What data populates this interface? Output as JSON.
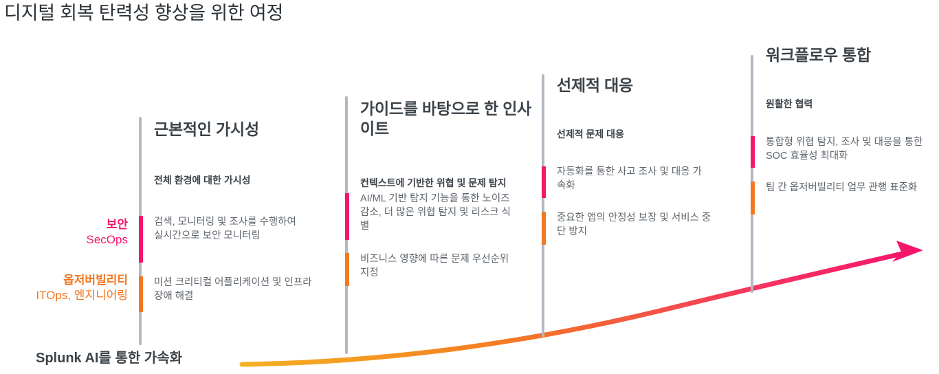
{
  "title": "디지털 회복 탄력성 향상을 위한 여정",
  "accelerate_label": "Splunk AI를 통한 가속화",
  "colors": {
    "security": "#F5166C",
    "observability": "#F47721",
    "spine": "#B3B8C2",
    "heading": "#3C4349",
    "body": "#5F666D",
    "curve_start": "#F5A623",
    "curve_end": "#F5166C"
  },
  "personas": [
    {
      "name": "보안",
      "sub": "SecOps",
      "track": "security"
    },
    {
      "name": "옵저버빌리티",
      "sub": "ITOps, 엔지니어링",
      "track": "observability"
    }
  ],
  "stages": [
    {
      "title": "근본적인 가시성",
      "subtitle": "전체 환경에 대한 가시성",
      "items": [
        {
          "track": "security",
          "text": "검색, 모니터링 및 조사를 수행하여 실시간으로 보안 모니터링"
        },
        {
          "track": "observability",
          "text": "미션 크리티컬 어플리케이션 및 인프라 장애 해결"
        }
      ]
    },
    {
      "title": "가이드를 바탕으로 한 인사이트",
      "subtitle": "컨텍스트에 기반한 위협 및 문제 탐지",
      "items": [
        {
          "track": "security",
          "text": "AI/ML 기반 탐지 기능을 통한 노이즈 감소, 더 많은 위협 탐지 및 리스크 식별"
        },
        {
          "track": "observability",
          "text": "비즈니스 영향에 따른 문제 우선순위 지정"
        }
      ]
    },
    {
      "title": "선제적 대응",
      "subtitle": "선제적 문제 대응",
      "items": [
        {
          "track": "security",
          "text": "자동화를 통한 사고 조사 및 대응 가속화"
        },
        {
          "track": "observability",
          "text": "중요한 앱의 안정성 보장 및 서비스 중단 방지"
        }
      ]
    },
    {
      "title": "워크플로우 통합",
      "subtitle": "원활한 협력",
      "items": [
        {
          "track": "security",
          "text": "통합형 위협 탐지, 조사 및 대응을 통한 SOC 효율성 최대화"
        },
        {
          "track": "observability",
          "text": "팀 간 옵저버빌리티 업무 관행 표준화"
        }
      ]
    }
  ]
}
